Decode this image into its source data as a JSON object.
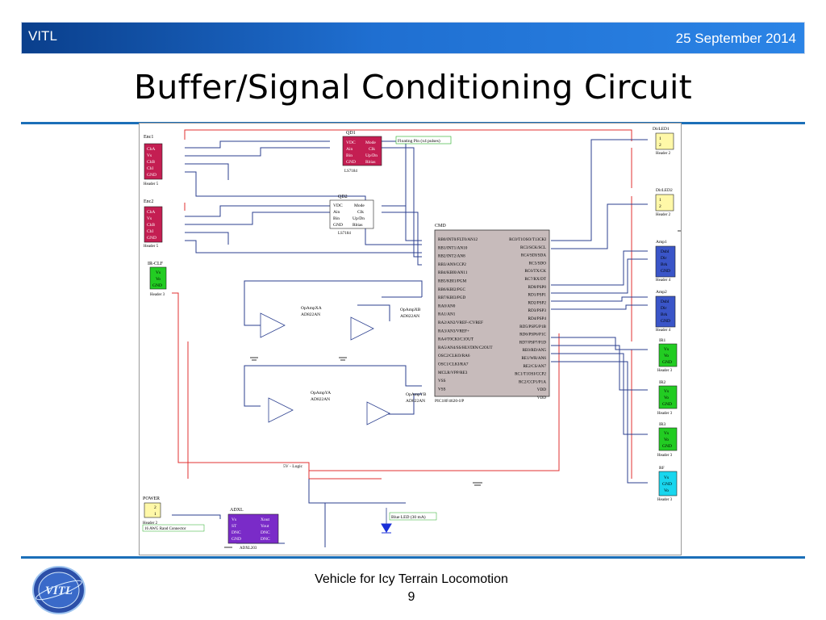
{
  "header": {
    "org": "VITL",
    "date": "25 September 2014"
  },
  "slide": {
    "title": "Buffer/Signal Conditioning Circuit"
  },
  "footer": {
    "caption": "Vehicle for Icy Terrain Locomotion",
    "page_number": "9"
  },
  "logo": {
    "text": "VITL"
  },
  "schematic": {
    "enc1": {
      "ref": "Enc1",
      "pins": [
        "ChA",
        "Vs",
        "ChB",
        "ChI",
        "GND"
      ],
      "footer": "Header 5"
    },
    "enc2": {
      "ref": "Enc2",
      "pins": [
        "ChA",
        "Vs",
        "ChB",
        "ChI",
        "GND"
      ],
      "footer": "Header 5"
    },
    "irclf": {
      "ref": "IR-CLF",
      "pins": [
        "Vs",
        "Vo",
        "GND"
      ],
      "footer": "Header 3"
    },
    "qd1": {
      "ref": "QD1",
      "left": [
        "VDC",
        "Ain",
        "Bin",
        "GND"
      ],
      "right": [
        "Mode",
        "Clk",
        "Up/Dn",
        "Rbias"
      ],
      "part": "LS7184"
    },
    "qd2": {
      "ref": "QD2",
      "left": [
        "VDC",
        "Ain",
        "Bin",
        "GND"
      ],
      "right": [
        "Mode",
        "Clk",
        "Up/Dn",
        "Rbias"
      ],
      "part": "LS7184"
    },
    "floating_note": "Floating Pin (x4 pulses)",
    "mcu": {
      "ref": "CMD",
      "left_pins": [
        "RB0/INT0/FLT0/AN12",
        "RB1/INT1/AN10",
        "RB2/INT2/AN8",
        "RB3/AN9/CCP2",
        "RB4/KBI0/AN11",
        "RB5/KBI1/PGM",
        "RB6/KBI2/PGC",
        "RB7/KBI3/PGD",
        "RA0/AN0",
        "RA1/AN1",
        "RA2/AN2/VREF-/CVREF",
        "RA3/AN3/VREF+",
        "RA4/T0CKI/C1OUT",
        "RA5/AN4/SS/HLVDIN/C2OUT",
        "OSC2/CLKO/RA6",
        "OSC1/CLKI/RA7",
        "MCLR/VPP/RE3",
        "VSS",
        "VSS"
      ],
      "right_pins": [
        "RC0/T1OSO/T13CKI",
        "RC3/SCK/SCL",
        "RC4/SDI/SDA",
        "RC5/SDO",
        "RC6/TX/CK",
        "RC7/RX/DT",
        "RD0/PSP0",
        "RD1/PSP1",
        "RD2/PSP2",
        "RD3/PSP3",
        "RD4/PSP4",
        "RD5/PSP5/P1B",
        "RD6/PSP6/P1C",
        "RD7/PSP7/P1D",
        "RE0/RD/AN5",
        "RE1/WR/AN6",
        "RE2/CS/AN7",
        "RC1/T1OSI/CCP2",
        "RC2/CCP1/P1A",
        "VDD",
        "VDD"
      ],
      "part": "PIC18F4620-I/P"
    },
    "dirled1": {
      "ref": "DirLED1",
      "pins": [
        "1",
        "2"
      ],
      "footer": "Header 2"
    },
    "dirled2": {
      "ref": "DirLED2",
      "pins": [
        "1",
        "2"
      ],
      "footer": "Header 2"
    },
    "amp1": {
      "ref": "Amp1",
      "pins": [
        "Dsbl",
        "Dir",
        "Brk",
        "GND"
      ],
      "footer": "Header 4"
    },
    "amp2": {
      "ref": "Amp2",
      "pins": [
        "Dsbl",
        "Dir",
        "Brk",
        "GND"
      ],
      "footer": "Header 4"
    },
    "ir1": {
      "ref": "IR1",
      "pins": [
        "Vs",
        "Vo",
        "GND"
      ],
      "footer": "Header 3"
    },
    "ir2": {
      "ref": "IR2",
      "pins": [
        "Vs",
        "Vo",
        "GND"
      ],
      "footer": "Header 3"
    },
    "ir3": {
      "ref": "IR3",
      "pins": [
        "Vs",
        "Vo",
        "GND"
      ],
      "footer": "Header 3"
    },
    "rf": {
      "ref": "RF",
      "pins": [
        "Vs",
        "GND",
        "Vo"
      ],
      "footer": "Header 3"
    },
    "adxl": {
      "ref": "ADXL",
      "left": [
        "Vs",
        "ST",
        "DNC",
        "GND"
      ],
      "right": [
        "Xout",
        "Yout",
        "DNC",
        "DNC"
      ],
      "part": "ADXL203"
    },
    "power": {
      "ref": "POWER",
      "pins": [
        "2",
        "1"
      ],
      "footer": "Header 2",
      "note": "16 AWG Rand Connector"
    },
    "led_note": "Blue LED (30 mA)",
    "logic_label": "5V - Logic",
    "opamp_x": {
      "ref": "OpAmpXA",
      "part": "AD822AN"
    },
    "opamp_xb": {
      "ref": "OpAmpXB",
      "part": "AD822AN"
    },
    "opamp_y": {
      "ref": "OpAmpYA",
      "part": "AD822AN"
    },
    "opamp_yb": {
      "ref": "OpAmpYB",
      "part": "AD822AN"
    }
  }
}
